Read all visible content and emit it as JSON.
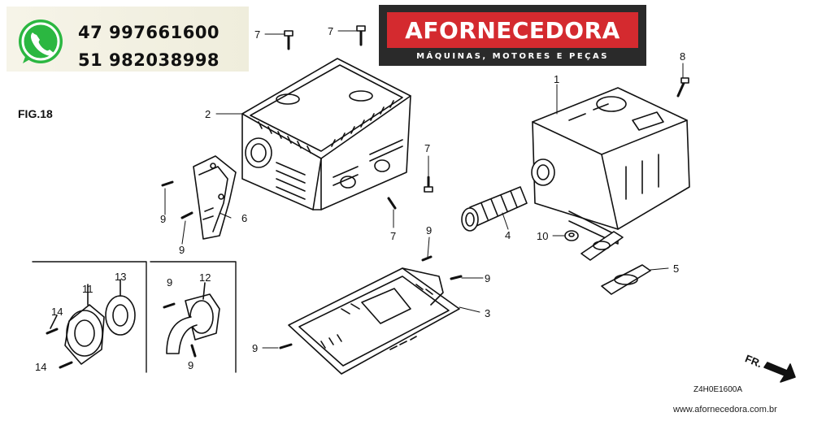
{
  "contact": {
    "icon": "whatsapp-icon",
    "phone_1": "47 997661600",
    "phone_2": "51 982038998",
    "accent": "#2bb741"
  },
  "brand": {
    "name": "AFORNECEDORA",
    "tagline": "MÁQUINAS, MOTORES E PEÇAS",
    "colors": {
      "red": "#d42a2f",
      "dark": "#2a2a2a"
    }
  },
  "figure": {
    "label": "FIG.18",
    "callouts": {
      "c1": "1",
      "c2": "2",
      "c3": "3",
      "c4": "4",
      "c5": "5",
      "c6": "6",
      "c7a": "7",
      "c7b": "7",
      "c7c": "7",
      "c7d": "7",
      "c8": "8",
      "c9a": "9",
      "c9b": "9",
      "c9c": "9",
      "c9d": "9",
      "c9e": "9",
      "c9f": "9",
      "c9g": "9",
      "c10": "10",
      "c11": "11",
      "c12": "12",
      "c13": "13",
      "c14a": "14",
      "c14b": "14"
    },
    "direction": "FR.",
    "diagram_code": "Z4H0E1600A"
  },
  "footer": {
    "website": "www.afornecedora.com.br"
  }
}
